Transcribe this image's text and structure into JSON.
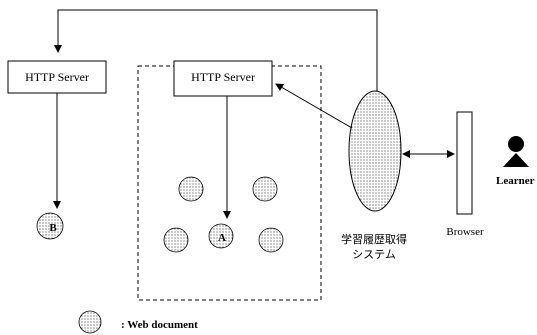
{
  "server_left": {
    "label": "HTTP Server"
  },
  "server_center": {
    "label": "HTTP Server"
  },
  "node_b": {
    "label": "B"
  },
  "node_a": {
    "label": "A"
  },
  "system": {
    "label_line1": "学習履歴取得",
    "label_line2": "システム"
  },
  "browser": {
    "label": "Browser"
  },
  "learner": {
    "label": "Learner"
  },
  "legend": {
    "label": ": Web document"
  },
  "colors": {
    "line": "#000000",
    "fill": "#ffffff",
    "dots": "#000000"
  }
}
